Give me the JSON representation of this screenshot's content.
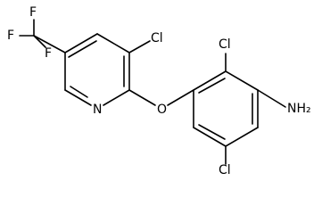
{
  "molecule": {
    "atoms": {
      "f_top": "F",
      "f_left": "F",
      "f_right": "F",
      "cl_pyridine": "Cl",
      "n_pyridine": "N",
      "o_ether": "O",
      "cl_top": "Cl",
      "cl_bottom": "Cl",
      "nh2": "NH₂"
    }
  },
  "colors": {
    "bond": "#000000",
    "text": "#000000",
    "background": "#ffffff"
  }
}
